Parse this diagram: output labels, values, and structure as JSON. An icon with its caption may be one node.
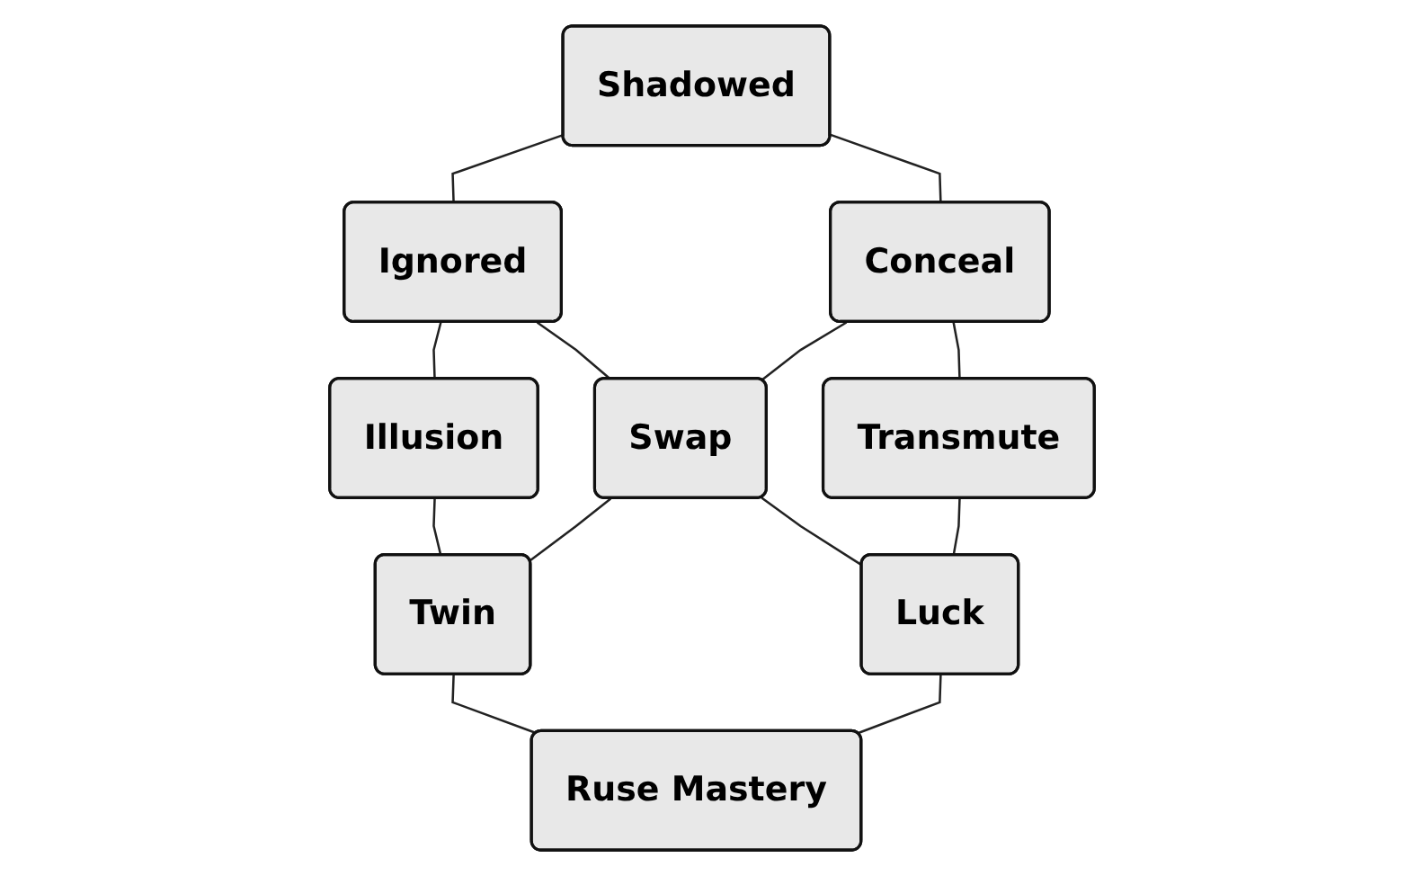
{
  "diagram": {
    "nodes": [
      {
        "text": [
          "Shadowed"
        ]
      },
      {
        "text": [
          "Ignored"
        ]
      },
      {
        "text": [
          "Conceal"
        ]
      },
      {
        "text": [
          "Illusion"
        ]
      },
      {
        "text": [
          "Swap"
        ]
      },
      {
        "text": [
          "Transmute"
        ]
      },
      {
        "text": [
          "Twin"
        ]
      },
      {
        "text": [
          "Luck"
        ]
      },
      {
        "text": [
          "Ruse Mastery"
        ]
      }
    ],
    "edges": [
      {
        "from": 0,
        "to": 1,
        "arrow": "none"
      },
      {
        "from": 0,
        "to": 2,
        "arrow": "none"
      },
      {
        "from": 1,
        "to": 3,
        "arrow": "none"
      },
      {
        "from": 1,
        "to": 4,
        "arrow": "none"
      },
      {
        "from": 2,
        "to": 4,
        "arrow": "none"
      },
      {
        "from": 2,
        "to": 5,
        "arrow": "none"
      },
      {
        "from": 3,
        "to": 6,
        "arrow": "none"
      },
      {
        "from": 4,
        "to": 6,
        "arrow": "none"
      },
      {
        "from": 4,
        "to": 7,
        "arrow": "none"
      },
      {
        "from": 5,
        "to": 7,
        "arrow": "none"
      },
      {
        "from": 6,
        "to": 8,
        "arrow": "none"
      },
      {
        "from": 7,
        "to": 8,
        "arrow": "none"
      }
    ]
  }
}
